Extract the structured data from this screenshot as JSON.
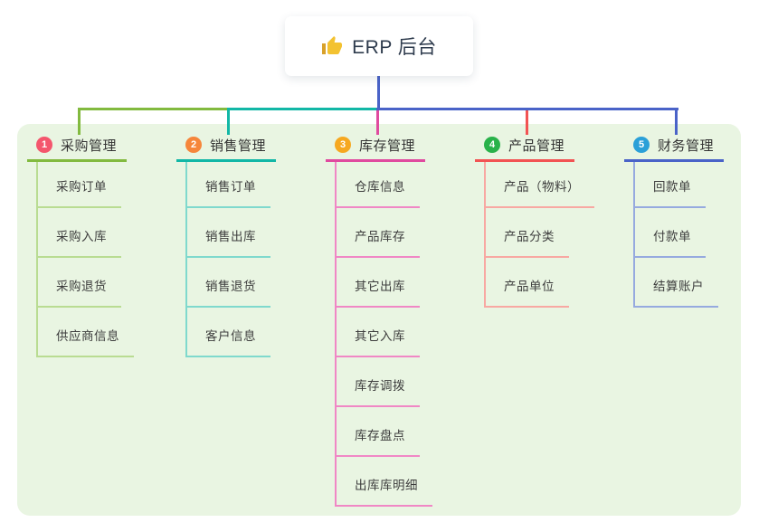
{
  "root": {
    "label": "ERP 后台",
    "icon": "thumbs-up-icon",
    "icon_color": "#f3c231"
  },
  "colors": {
    "panel_bg": "#e9f5e2",
    "trunk": "#4a63c8",
    "card_bg": "#ffffff",
    "root_text": "#2e3b4d",
    "title_text": "#333333",
    "child_text": "#3d3d3d"
  },
  "branches": [
    {
      "num": "1",
      "title": "采购管理",
      "badge_color": "#f4566d",
      "line_color": "#82ba3f",
      "child_line_color": "#b9dc92",
      "children": [
        "采购订单",
        "采购入库",
        "采购退货",
        "供应商信息"
      ]
    },
    {
      "num": "2",
      "title": "销售管理",
      "badge_color": "#f6863b",
      "line_color": "#12b7a6",
      "child_line_color": "#7fd9cd",
      "children": [
        "销售订单",
        "销售出库",
        "销售退货",
        "客户信息"
      ]
    },
    {
      "num": "3",
      "title": "库存管理",
      "badge_color": "#f6a820",
      "line_color": "#e04a9f",
      "child_line_color": "#f087c5",
      "children": [
        "仓库信息",
        "产品库存",
        "其它出库",
        "其它入库",
        "库存调拨",
        "库存盘点",
        "出库库明细"
      ]
    },
    {
      "num": "4",
      "title": "产品管理",
      "badge_color": "#29b24a",
      "line_color": "#f25353",
      "child_line_color": "#f8a8a2",
      "children": [
        "产品（物料）",
        "产品分类",
        "产品单位"
      ]
    },
    {
      "num": "5",
      "title": "财务管理",
      "badge_color": "#2ba0d8",
      "line_color": "#4a63c8",
      "child_line_color": "#96aadf",
      "children": [
        "回款单",
        "付款单",
        "结算账户"
      ]
    }
  ]
}
